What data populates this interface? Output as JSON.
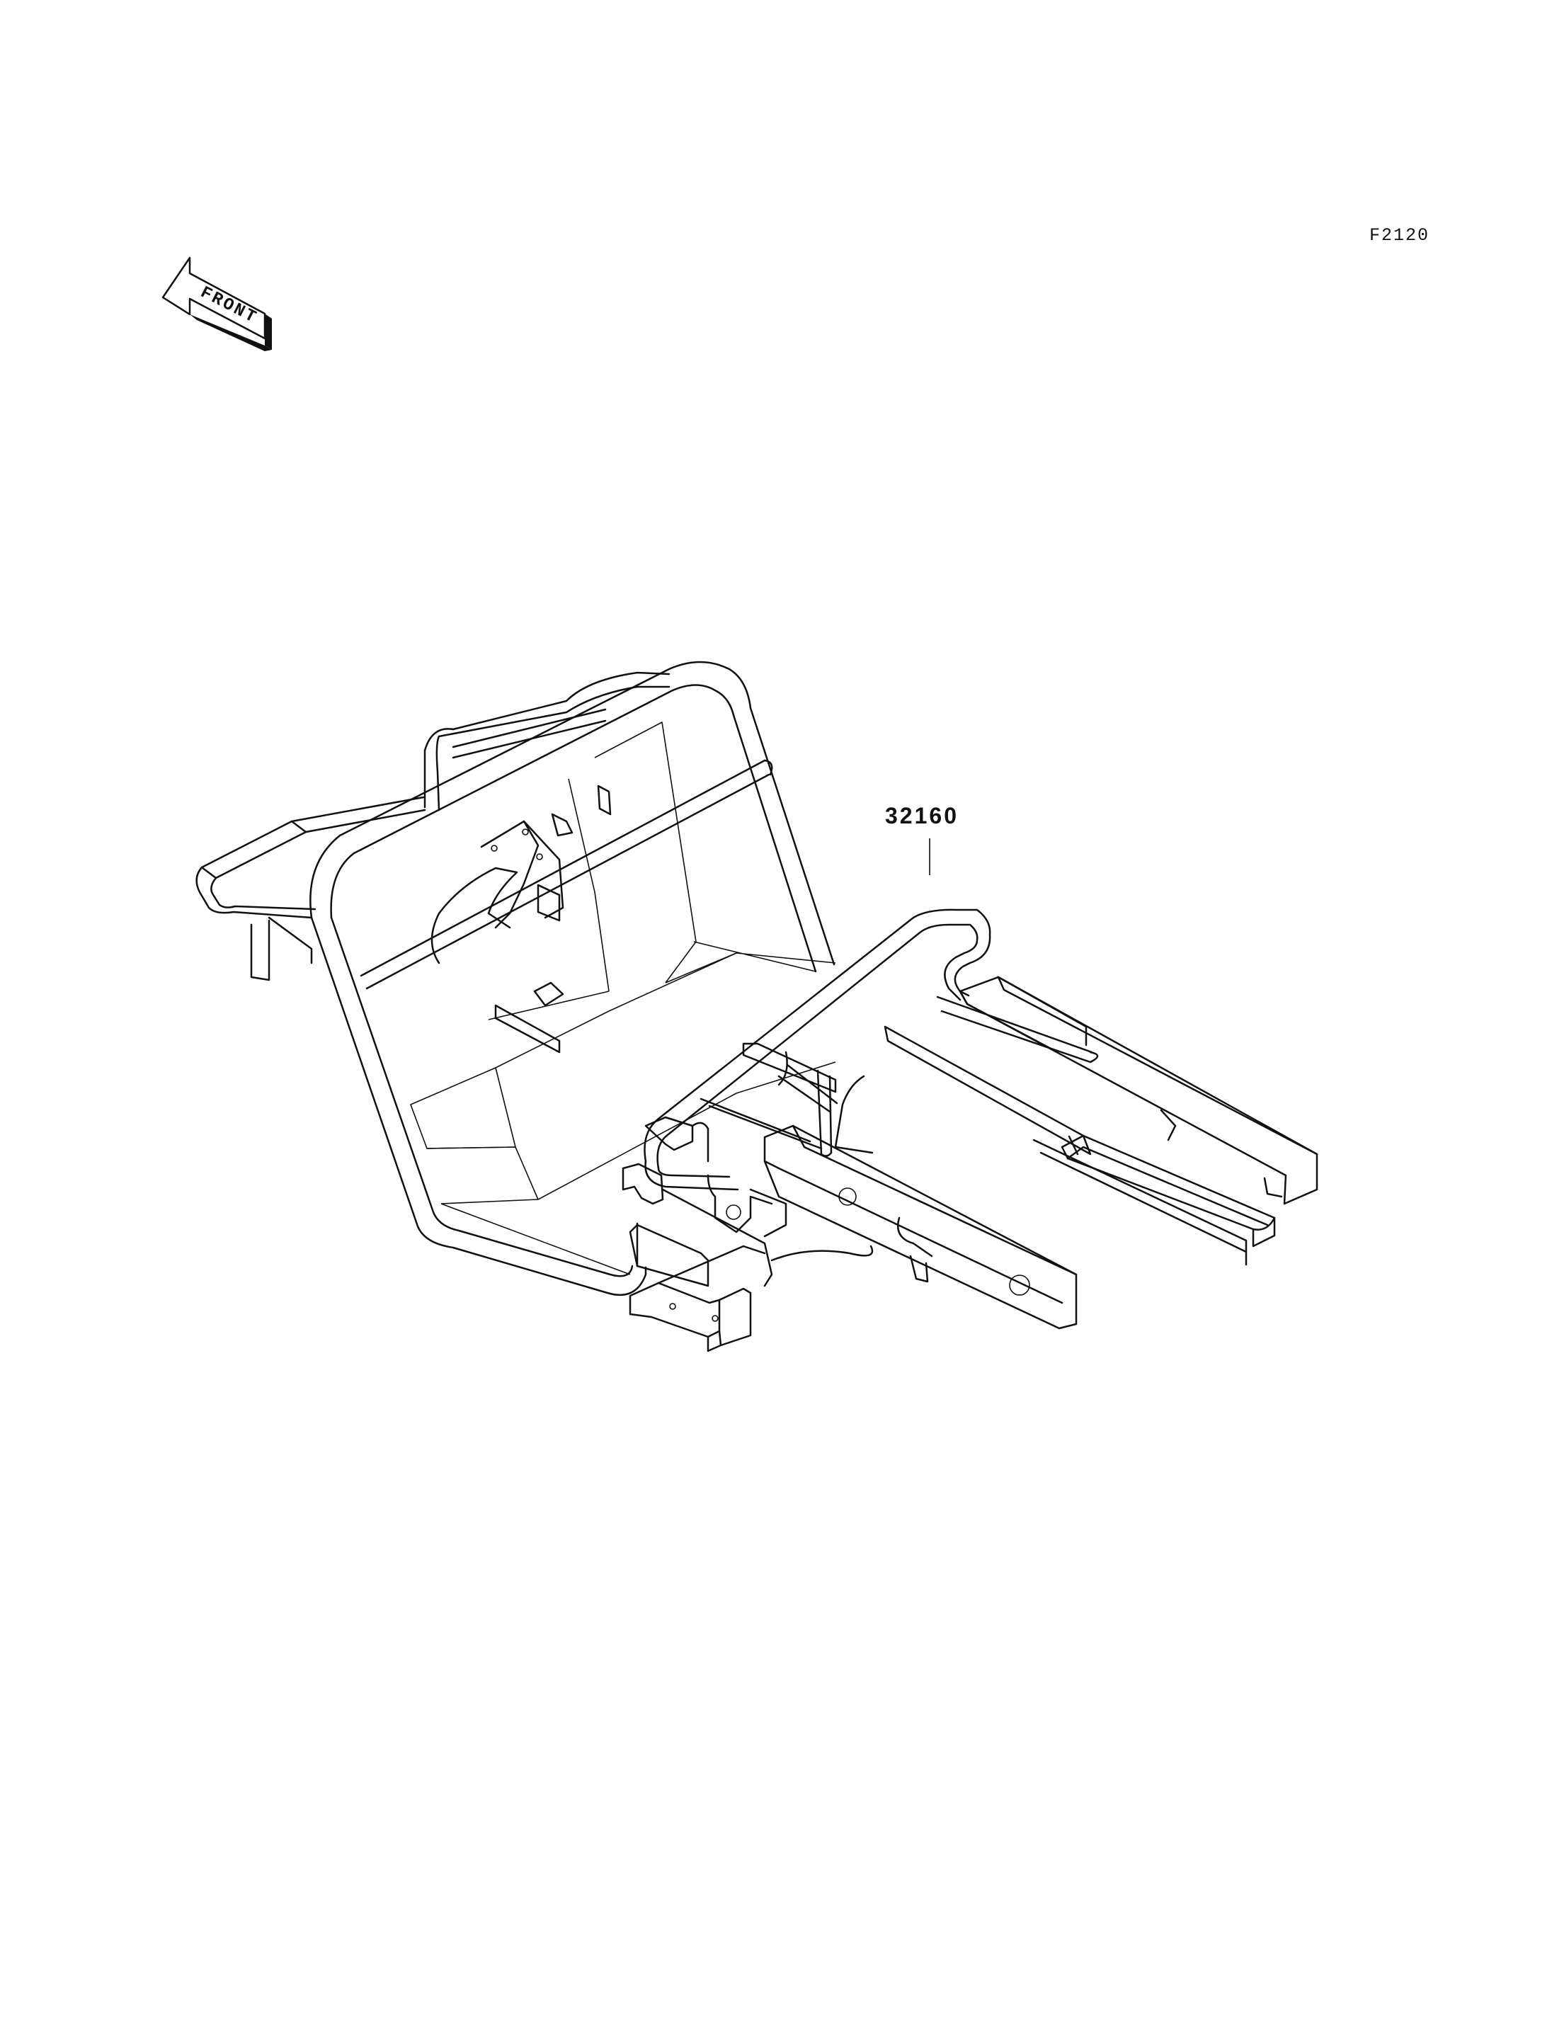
{
  "figure_code": "F2120",
  "front_arrow": {
    "label": "FRONT",
    "icon": "front-direction-arrow-icon"
  },
  "callouts": [
    {
      "part_number": "32160"
    }
  ]
}
